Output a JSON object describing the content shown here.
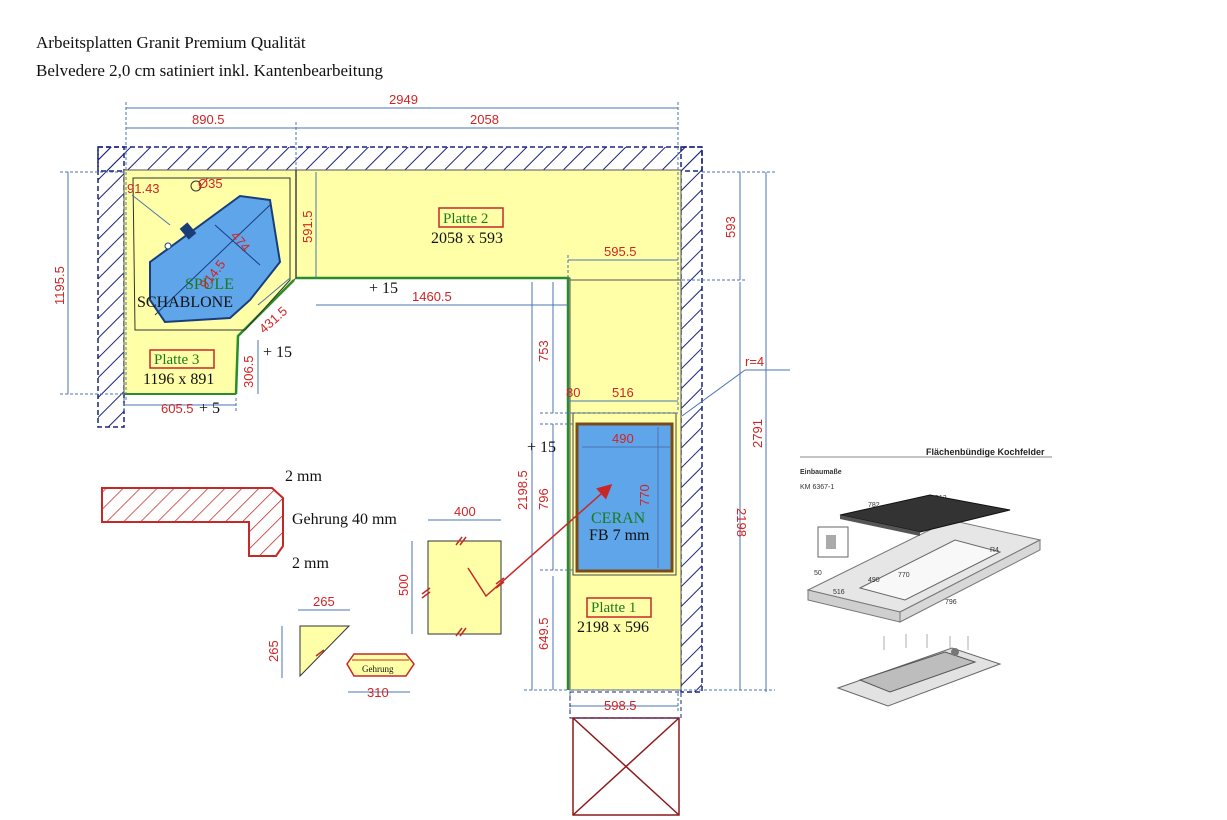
{
  "header": {
    "line1": "Arbeitsplatten Granit Premium Qualität",
    "line2": "Belvedere 2,0 cm satiniert inkl. Kantenbearbeitung"
  },
  "colors": {
    "plate": "#ffffa8",
    "sink": "#5ea5ea",
    "dimension": "#d22424",
    "wall": "#1a237e",
    "edge": "#2a8c2a",
    "box_border": "#c62828",
    "dim_line": "#4a74b0"
  },
  "plates": [
    {
      "label": "Platte 1",
      "size": "2198 x 596"
    },
    {
      "label": "Platte 2",
      "size": "2058 x 593"
    },
    {
      "label": "Platte 3",
      "size": "1196 x 891"
    }
  ],
  "sink": {
    "line1": "SPULE",
    "line2": "SCHABLONE"
  },
  "cooktop": {
    "line1": "CERAN",
    "line2": "FB  7 mm"
  },
  "dims": {
    "total_width": "2949",
    "w_left": "890.5",
    "w_right": "2058",
    "h_1195": "1195.5",
    "r_9143": "91.43",
    "d35": "Ø35",
    "d914": "914.5",
    "d474": "474",
    "h_5915": "591.5",
    "w_5955": "595.5",
    "h_593": "593",
    "plus15_a": "+ 15",
    "w_14605": "1460.5",
    "d_4315": "431.5",
    "plus15_b": "+ 15",
    "h_3065": "306.5",
    "w_6055": "605.5",
    "plus5": "+ 5",
    "h_753": "753",
    "r4": "r=4",
    "w_80": "80",
    "w_516": "516",
    "h_2791": "2791",
    "plus15_c": "+ 15",
    "w_490": "490",
    "h_21985": "2198.5",
    "h_796": "796",
    "h_770": "770",
    "h_2198": "2198",
    "h_6495": "649.5",
    "w_5985": "598.5"
  },
  "edge_detail": {
    "top_mm": "2 mm",
    "gehrung": "Gehrung 40 mm",
    "bottom_mm": "2 mm"
  },
  "piece_square": {
    "width": "400",
    "height": "500"
  },
  "piece_triangle": {
    "width": "265",
    "height": "265"
  },
  "piece_strip": {
    "label": "Gehrung",
    "width": "310"
  },
  "kochfeld": {
    "title": "Flächenbündige Kochfelder",
    "subtitle": "Einbaumaße",
    "model": "KM 6367-1",
    "labels": [
      "782",
      "512",
      "490",
      "770",
      "516",
      "796",
      "50",
      "R4"
    ]
  }
}
